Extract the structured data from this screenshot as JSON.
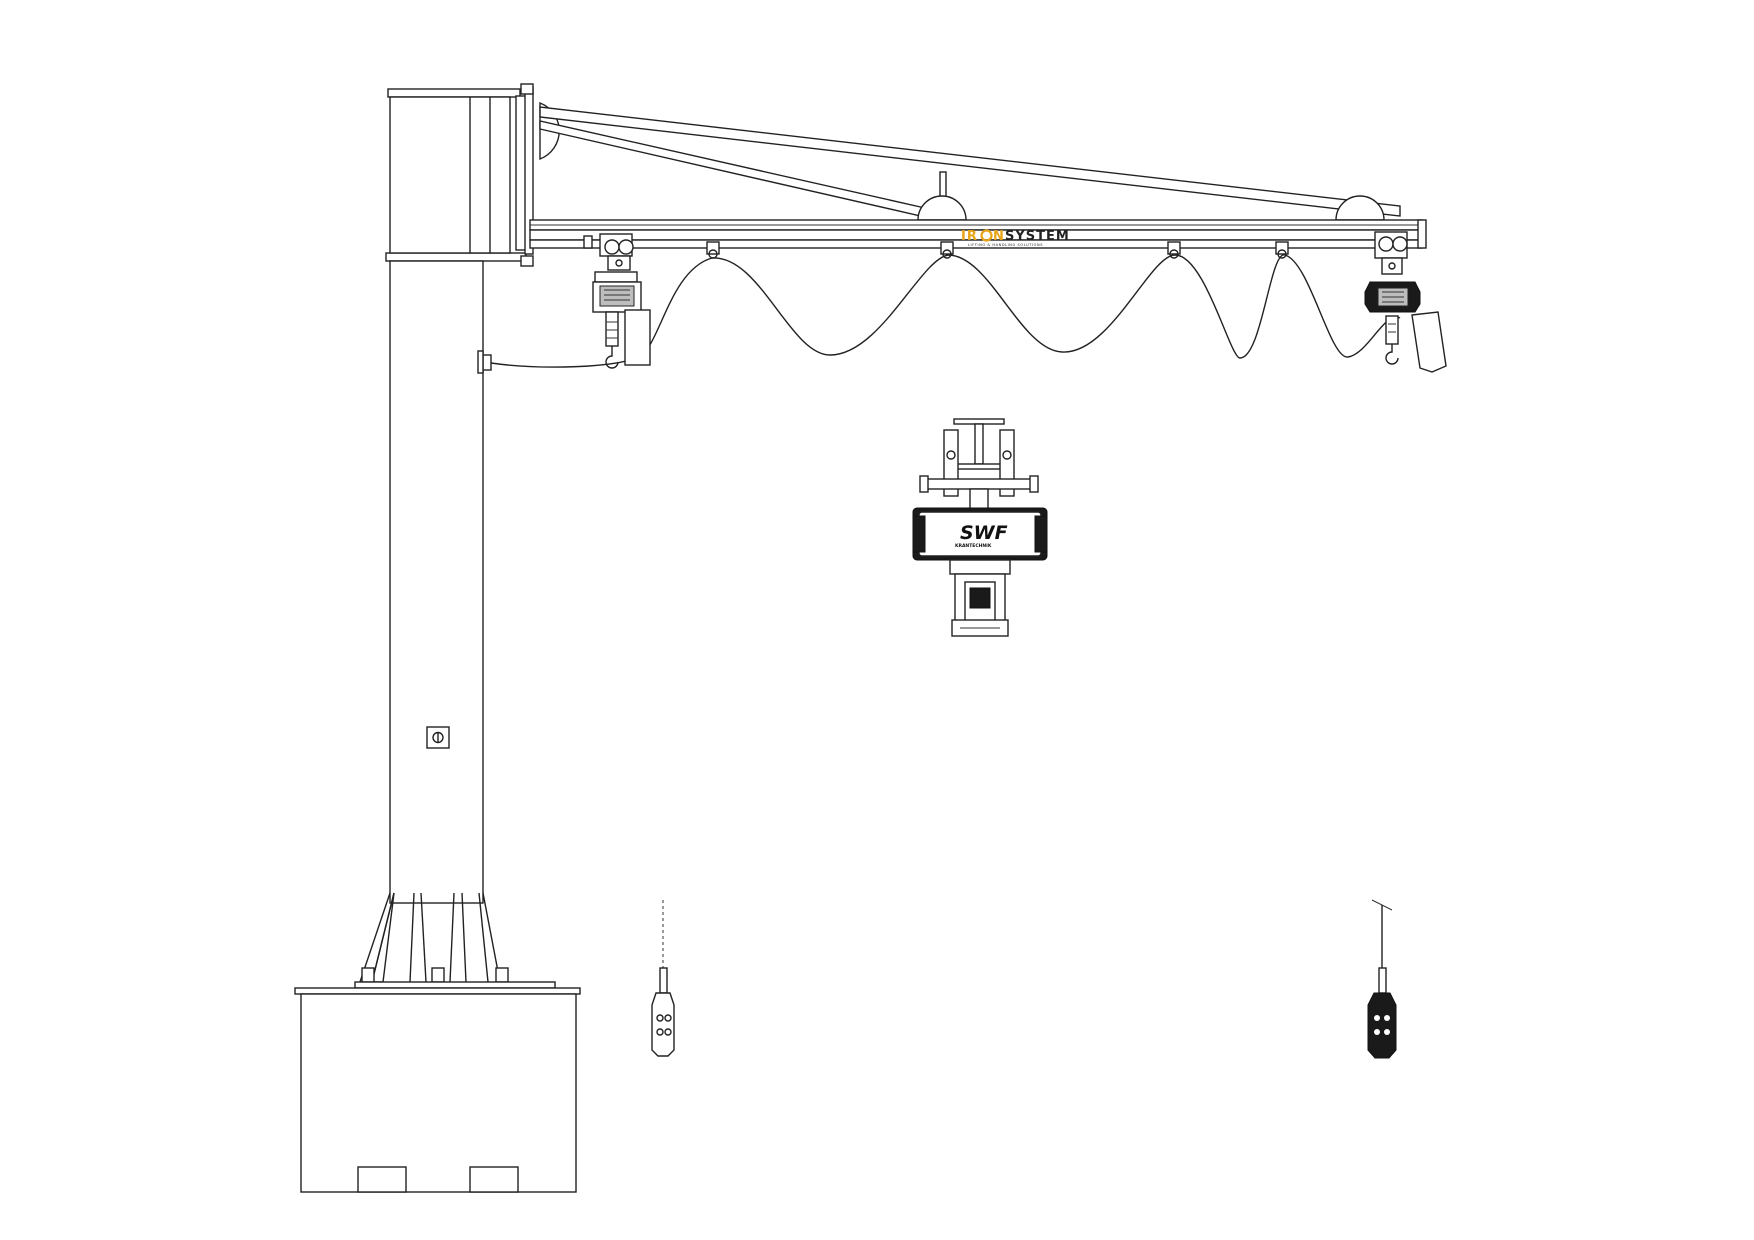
{
  "colors": {
    "line": "#222222",
    "accent": "#e8a317",
    "background": "#ffffff"
  },
  "logo": {
    "brand_part1": "IR",
    "brand_part2": "N",
    "brand_part3": "SYSTEM",
    "tagline": "LIFTING & HANDLING SOLUTIONS"
  },
  "hoist_brand": {
    "name": "SWF",
    "subtitle": "KRANTECHNIK"
  },
  "icons": [
    "jib-crane",
    "chain-hoist",
    "pendant-control",
    "cable-festoon",
    "power-switch"
  ]
}
